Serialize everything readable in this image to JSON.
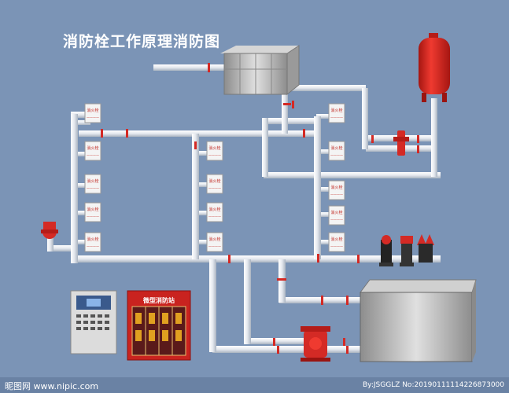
{
  "title": "消防栓工作原理消防图",
  "hydrant_label": "消火栓",
  "hydrant_sublabel": "————",
  "cabinet_label": "微型消防站",
  "watermark_left": "昵图网 www.nipic.com",
  "watermark_right": "By:JSGGLZ No:20190111114226873000",
  "colors": {
    "background": "#7b94b6",
    "pipe": "#e6eaef",
    "pipe_shadow": "#9aa6b5",
    "valve_red": "#d42a25",
    "tank_top": "#c8c8c8",
    "tank_side": "#a6a6a6"
  }
}
